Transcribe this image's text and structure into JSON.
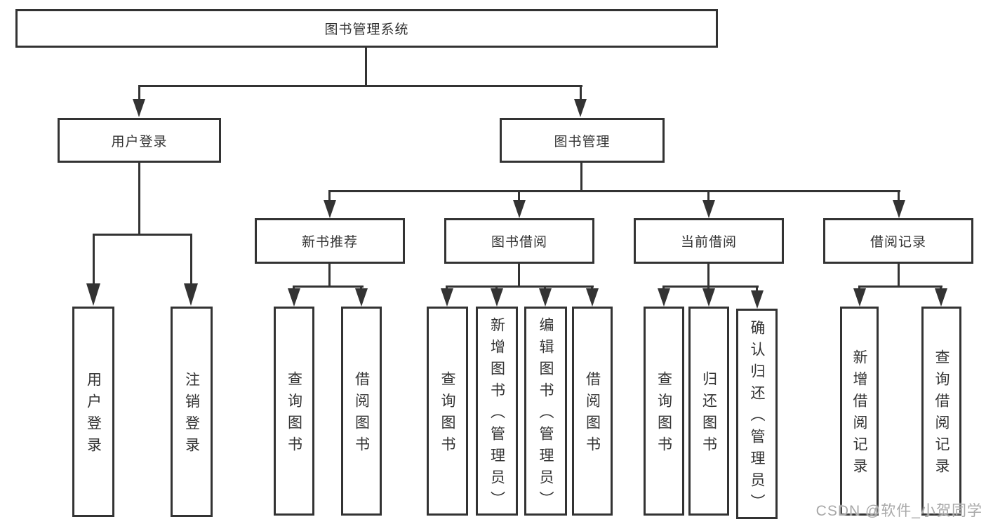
{
  "diagram": {
    "root": {
      "label": "图书管理系统"
    },
    "level2": [
      {
        "label": "用户登录",
        "children": [
          {
            "label": "用户登录"
          },
          {
            "label": "注销登录"
          }
        ]
      },
      {
        "label": "图书管理"
      }
    ],
    "level3": [
      {
        "label": "新书推荐",
        "children": [
          {
            "label": "查询图书"
          },
          {
            "label": "借阅图书"
          }
        ]
      },
      {
        "label": "图书借阅",
        "children": [
          {
            "label": "查询图书"
          },
          {
            "label": "新增图书（管理员）"
          },
          {
            "label": "编辑图书（管理员）"
          },
          {
            "label": "借阅图书"
          }
        ]
      },
      {
        "label": "当前借阅",
        "children": [
          {
            "label": "查询图书"
          },
          {
            "label": "归还图书"
          },
          {
            "label": "确认归还（管理员）"
          }
        ]
      },
      {
        "label": "借阅记录",
        "children": [
          {
            "label": "新增借阅记录"
          },
          {
            "label": "查询借阅记录"
          }
        ]
      }
    ]
  },
  "watermark": {
    "text": "CSDN @软件_小贺同学"
  },
  "colors": {
    "line": "#333333",
    "box_border": "#333333",
    "text": "#333333",
    "watermark": "#a8a8a8",
    "background": "#ffffff"
  }
}
